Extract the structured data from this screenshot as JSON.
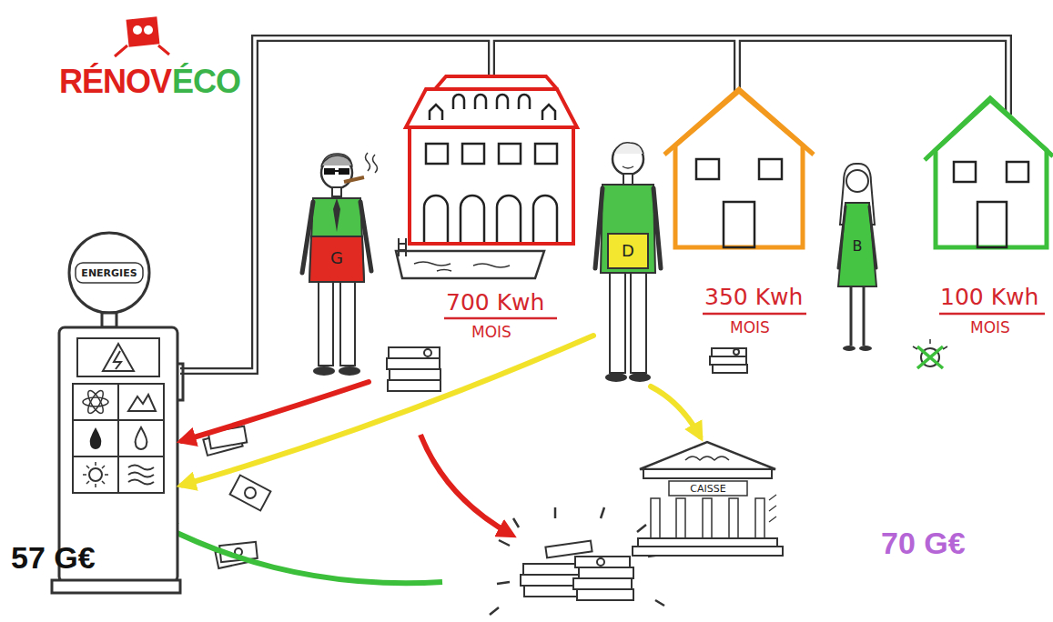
{
  "diagram": {
    "nodes": [
      {
        "text": [
          "ENERGIES"
        ]
      },
      {
        "text": [
          "G"
        ]
      },
      {
        "text": [
          "D"
        ]
      },
      {
        "text": [
          "B"
        ]
      },
      {
        "text": [
          "CAISSE"
        ]
      }
    ],
    "edges": [
      {
        "from": 1,
        "to": 0,
        "arrow": "to"
      },
      {
        "from": 2,
        "to": 0,
        "arrow": "to"
      },
      {
        "from": 2,
        "to": 4,
        "arrow": "to"
      }
    ],
    "labels": [
      "RÉNOV",
      "ÉCO",
      "700 Kwh",
      "MOIS",
      "350 Kwh",
      "MOIS",
      "100 Kwh",
      "MOIS",
      "57 G€",
      "70 G€"
    ]
  }
}
